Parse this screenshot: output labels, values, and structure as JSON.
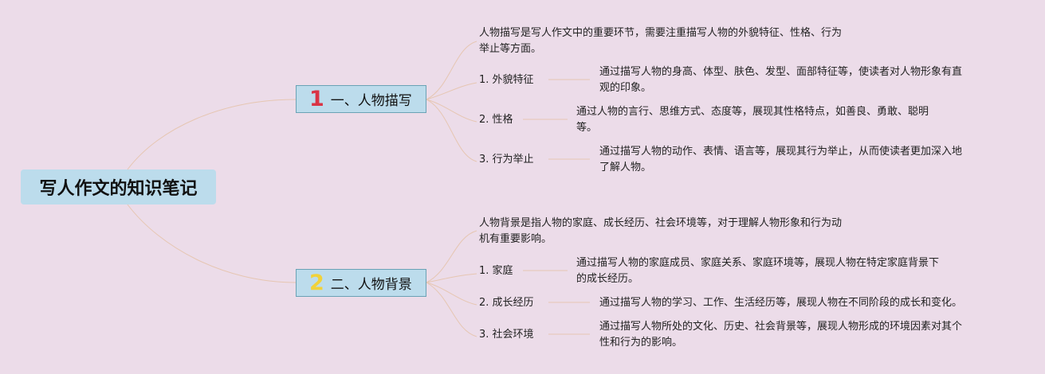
{
  "root": {
    "title": "写人作文的知识笔记"
  },
  "branches": [
    {
      "number": "1",
      "title": "一、人物描写",
      "summary": [
        "人物描写是写人作文中的重要环节，需要注重描写人物的外貌特征、性格、行为",
        "举止等方面。"
      ],
      "items": [
        {
          "label": "1. 外貌特征",
          "detail": [
            "通过描写人物的身高、体型、肤色、发型、面部特征等，使读者对人物形象有直",
            "观的印象。"
          ]
        },
        {
          "label": "2. 性格",
          "detail": [
            "通过人物的言行、思维方式、态度等，展现其性格特点，如善良、勇敢、聪明",
            "等。"
          ]
        },
        {
          "label": "3. 行为举止",
          "detail": [
            "通过描写人物的动作、表情、语言等，展现其行为举止，从而使读者更加深入地",
            "了解人物。"
          ]
        }
      ]
    },
    {
      "number": "2",
      "title": "二、人物背景",
      "summary": [
        "人物背景是指人物的家庭、成长经历、社会环境等，对于理解人物形象和行为动",
        "机有重要影响。"
      ],
      "items": [
        {
          "label": "1. 家庭",
          "detail": [
            "通过描写人物的家庭成员、家庭关系、家庭环境等，展现人物在特定家庭背景下",
            "的成长经历。"
          ]
        },
        {
          "label": "2. 成长经历",
          "detail": [
            "通过描写人物的学习、工作、生活经历等，展现人物在不同阶段的成长和变化。"
          ]
        },
        {
          "label": "3. 社会环境",
          "detail": [
            "通过描写人物所处的文化、历史、社会背景等，展现人物形成的环境因素对其个",
            "性和行为的影响。"
          ]
        }
      ]
    }
  ],
  "colors": {
    "background": "#ecdce9",
    "node": "#bcdcec",
    "node_border": "#6aa2b5",
    "link": "#e6c6b2",
    "number1": "#d93445",
    "number2": "#f1d23a"
  }
}
